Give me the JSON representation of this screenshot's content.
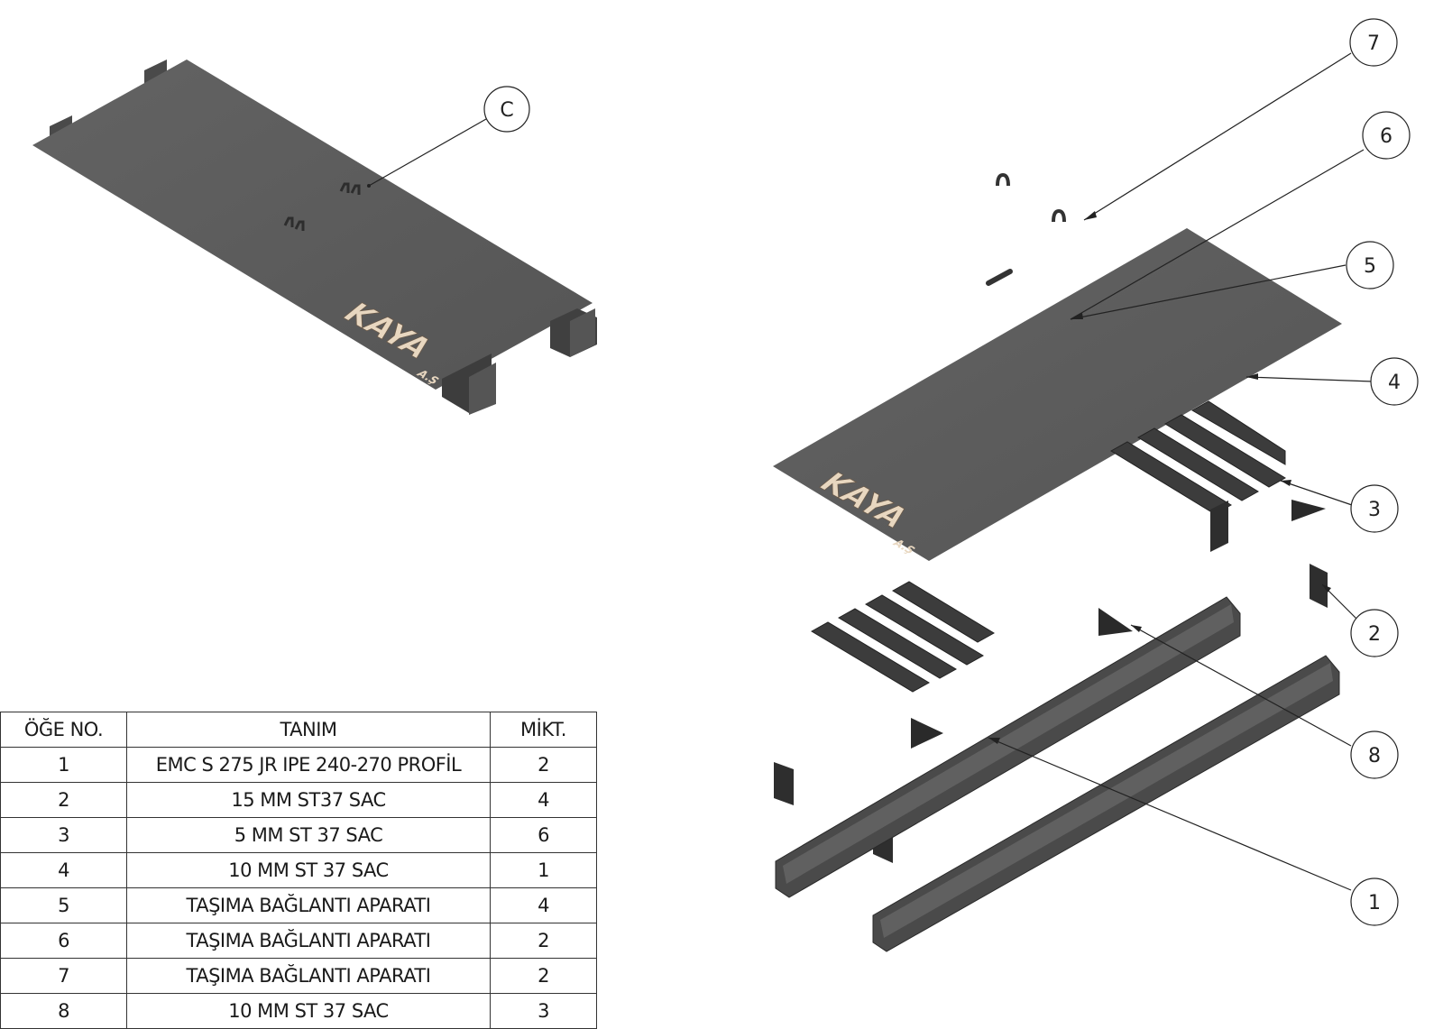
{
  "logo": {
    "brand": "KAYA",
    "suffix": "A.Ş"
  },
  "detail_label": "C",
  "balloons": [
    "7",
    "6",
    "5",
    "4",
    "3",
    "2",
    "8",
    "1"
  ],
  "bom": {
    "headers": [
      "ÖĞE NO.",
      "TANIM",
      "MİKT."
    ],
    "rows": [
      {
        "no": "1",
        "desc": "EMC S 275 JR IPE 240-270  PROFİL",
        "qty": "2"
      },
      {
        "no": "2",
        "desc": "15 MM ST37 SAC",
        "qty": "4"
      },
      {
        "no": "3",
        "desc": "5 MM ST 37 SAC",
        "qty": "6"
      },
      {
        "no": "4",
        "desc": "10 MM ST 37 SAC",
        "qty": "1"
      },
      {
        "no": "5",
        "desc": "TAŞIMA BAĞLANTI APARATI",
        "qty": "4"
      },
      {
        "no": "6",
        "desc": "TAŞIMA BAĞLANTI APARATI",
        "qty": "2"
      },
      {
        "no": "7",
        "desc": "TAŞIMA BAĞLANTI APARATI",
        "qty": "2"
      },
      {
        "no": "8",
        "desc": "10 MM ST 37 SAC",
        "qty": "3"
      }
    ]
  },
  "colors": {
    "steel": "#5c5c5c",
    "steel_dark": "#3a3a3a",
    "steel_light": "#7a7a7a",
    "line": "#222222"
  }
}
